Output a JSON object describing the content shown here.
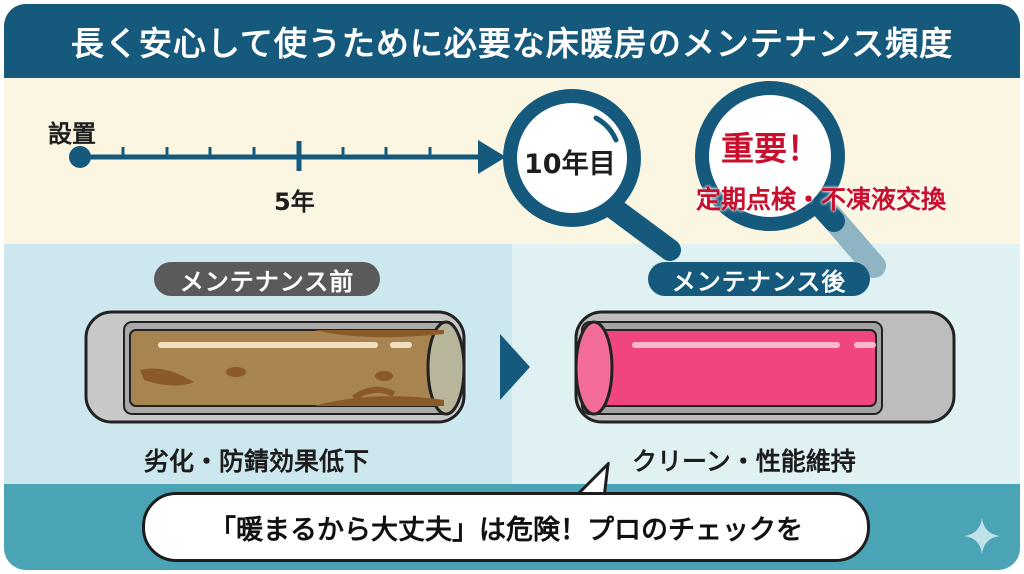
{
  "header": {
    "title": "長く安心して使うために必要な床暖房のメンテナンス頻度"
  },
  "timeline": {
    "start_label": "設置",
    "mid_label": "5年",
    "end_label": "10年目",
    "alert_title": "重要！",
    "alert_detail": "定期点検・不凍液交換"
  },
  "before": {
    "badge": "メンテナンス前",
    "caption": "劣化・防錆効果低下"
  },
  "after": {
    "badge": "メンテナンス後",
    "caption": "クリーン・性能維持"
  },
  "footer": {
    "message": "「暖まるから大丈夫」は危険！プロのチェックを"
  },
  "colors": {
    "navy": "#15597c",
    "teal": "#4aa4b6",
    "cream": "#fbf6e2",
    "alert_red": "#c8102e",
    "pink_fluid": "#f0457e",
    "rust": "#9a6a33",
    "badge_gray": "#5a5a5a"
  }
}
